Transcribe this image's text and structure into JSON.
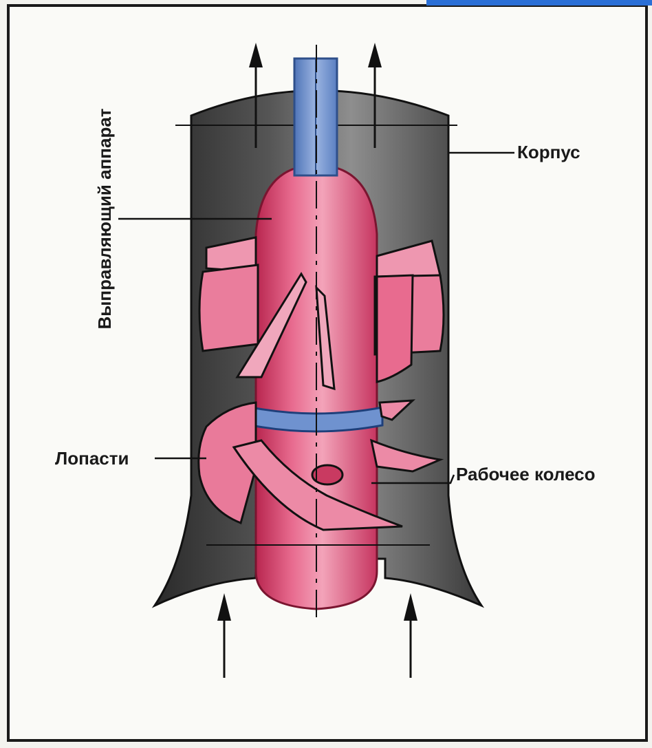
{
  "labels": {
    "housing": "Корпус",
    "guide_apparatus": "Выправляющий аппарат",
    "blades": "Лопасти",
    "impeller": "Рабочее колесо"
  },
  "colors": {
    "background": "#f3f3ef",
    "frame": "#1a1a1a",
    "housing_dark": "#3a3a3a",
    "housing_light": "#8a8a8a",
    "hub_pink": "#dc3f6a",
    "blade_pink": "#ec8aa6",
    "shaft_blue": "#6f92cf",
    "accent_blue": "#2a6fd6"
  },
  "icons": {
    "flow_arrow": "up-arrow-icon"
  }
}
